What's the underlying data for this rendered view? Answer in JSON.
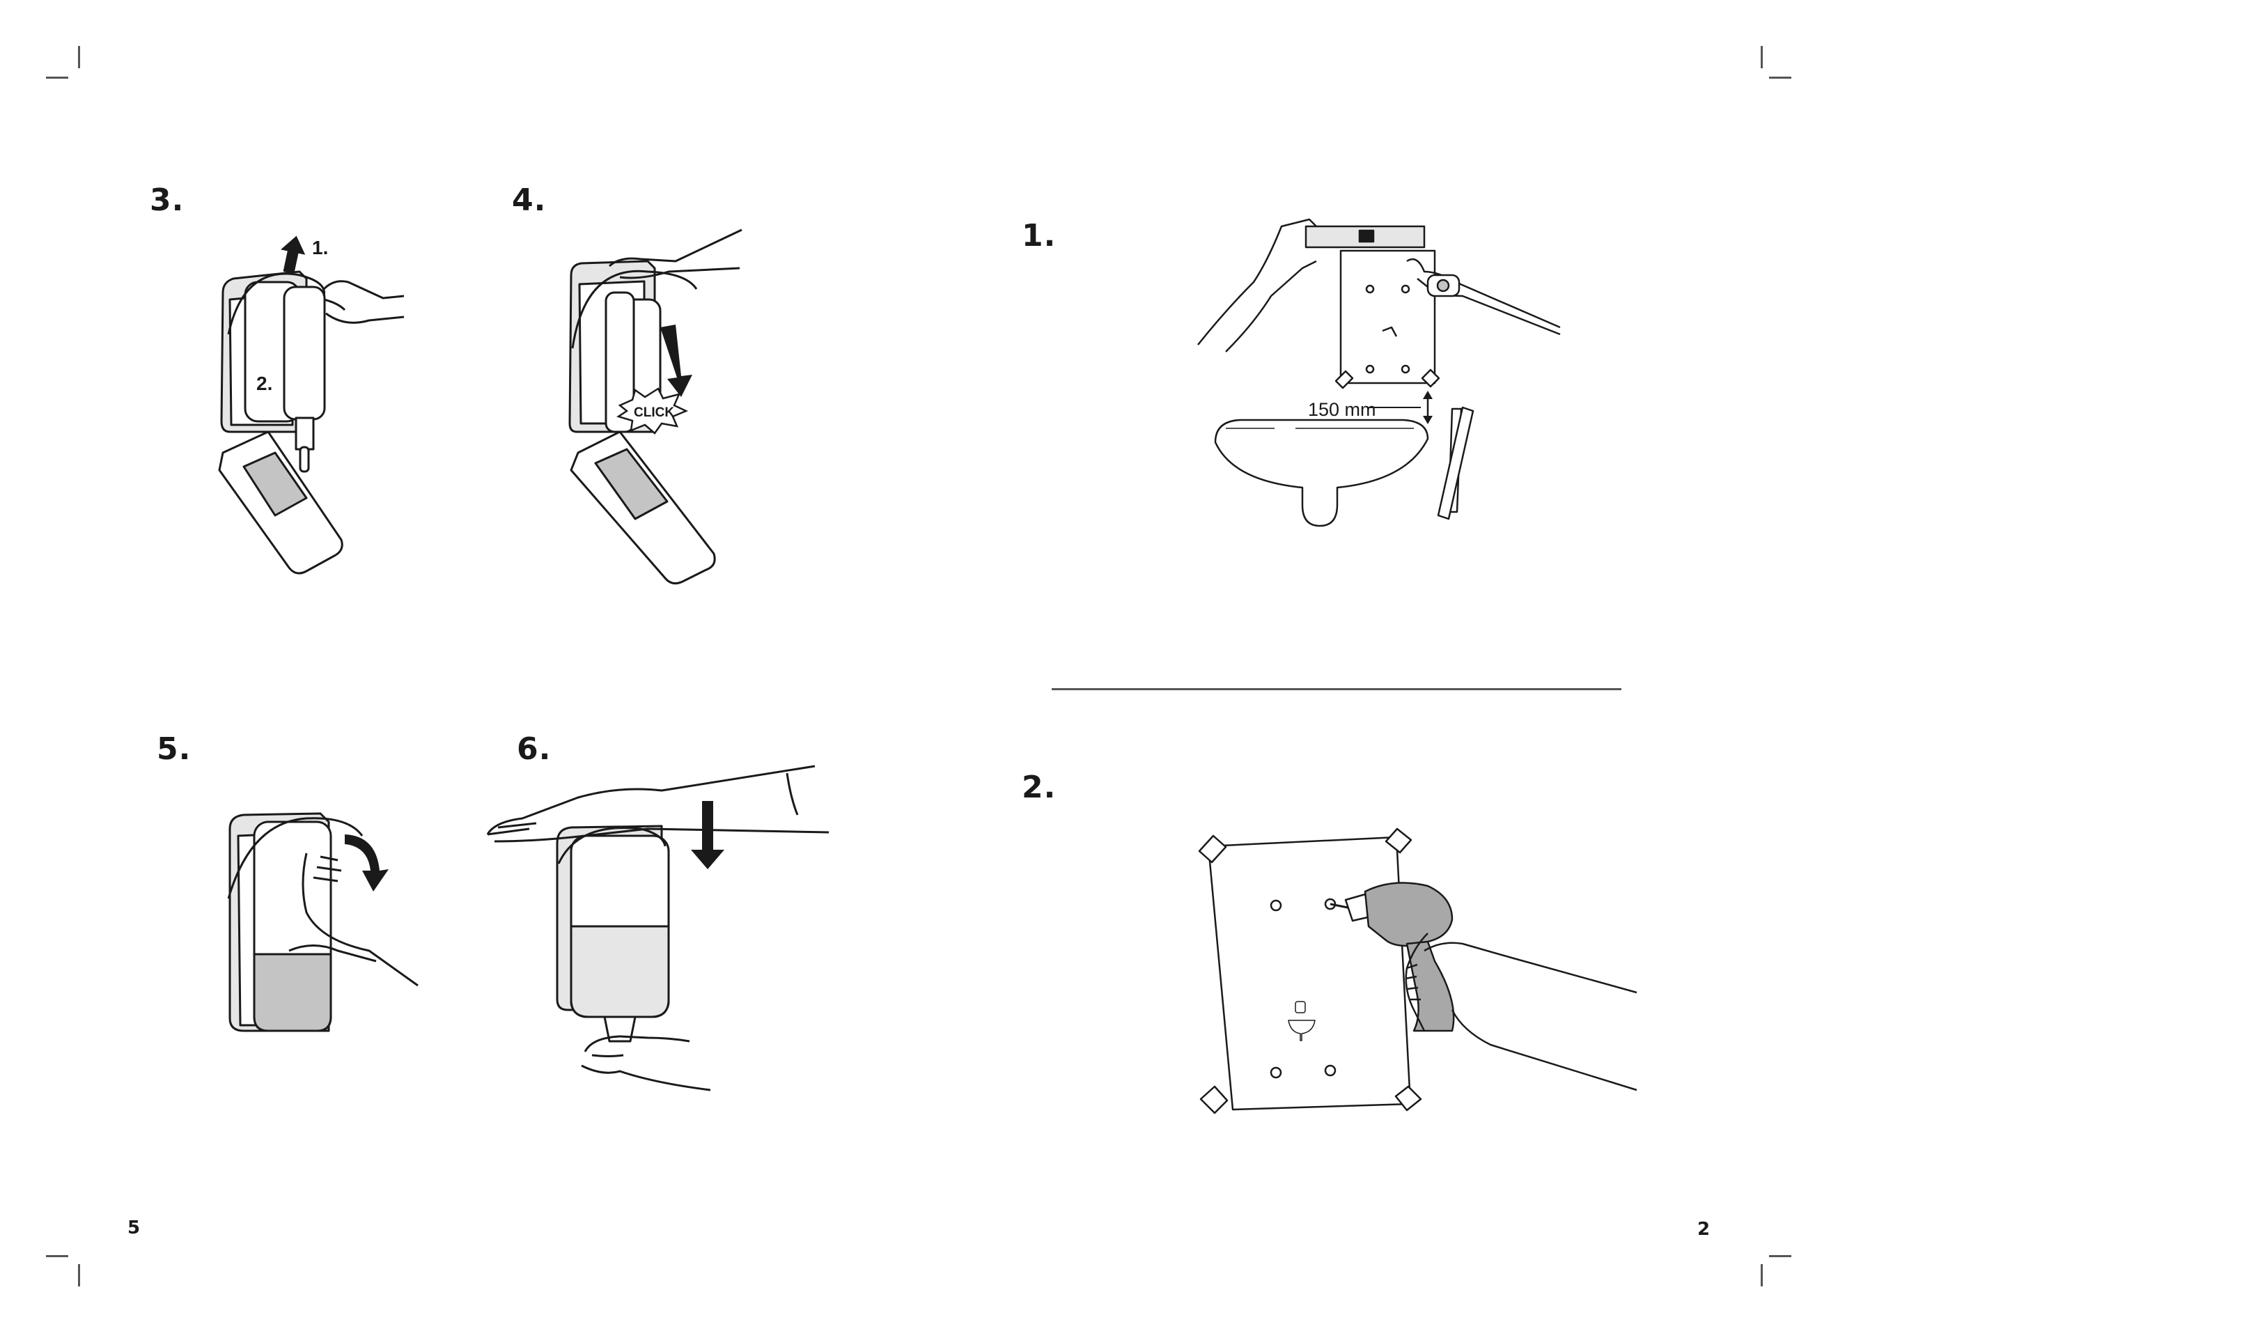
{
  "left_page": {
    "steps": [
      {
        "number": "3.",
        "callouts": [
          "1.",
          "2."
        ]
      },
      {
        "number": "4.",
        "callouts": [
          "CLICK"
        ]
      },
      {
        "number": "5.",
        "callouts": []
      },
      {
        "number": "6.",
        "callouts": []
      }
    ],
    "page_number": "5"
  },
  "right_page": {
    "steps": [
      {
        "number": "1.",
        "measurement": "150 mm"
      },
      {
        "number": "2."
      }
    ],
    "page_number": "2"
  },
  "colors": {
    "ink": "#1a1a1a",
    "grey_fill": "#c4c4c4",
    "light_fill": "#e6e6e6",
    "drill_grey": "#a8a8a8"
  },
  "icons": [
    "arrow-up-icon",
    "arrow-down-icon",
    "rotate-arrow-icon",
    "spirit-level-icon",
    "tape-measure-icon",
    "drill-icon"
  ]
}
